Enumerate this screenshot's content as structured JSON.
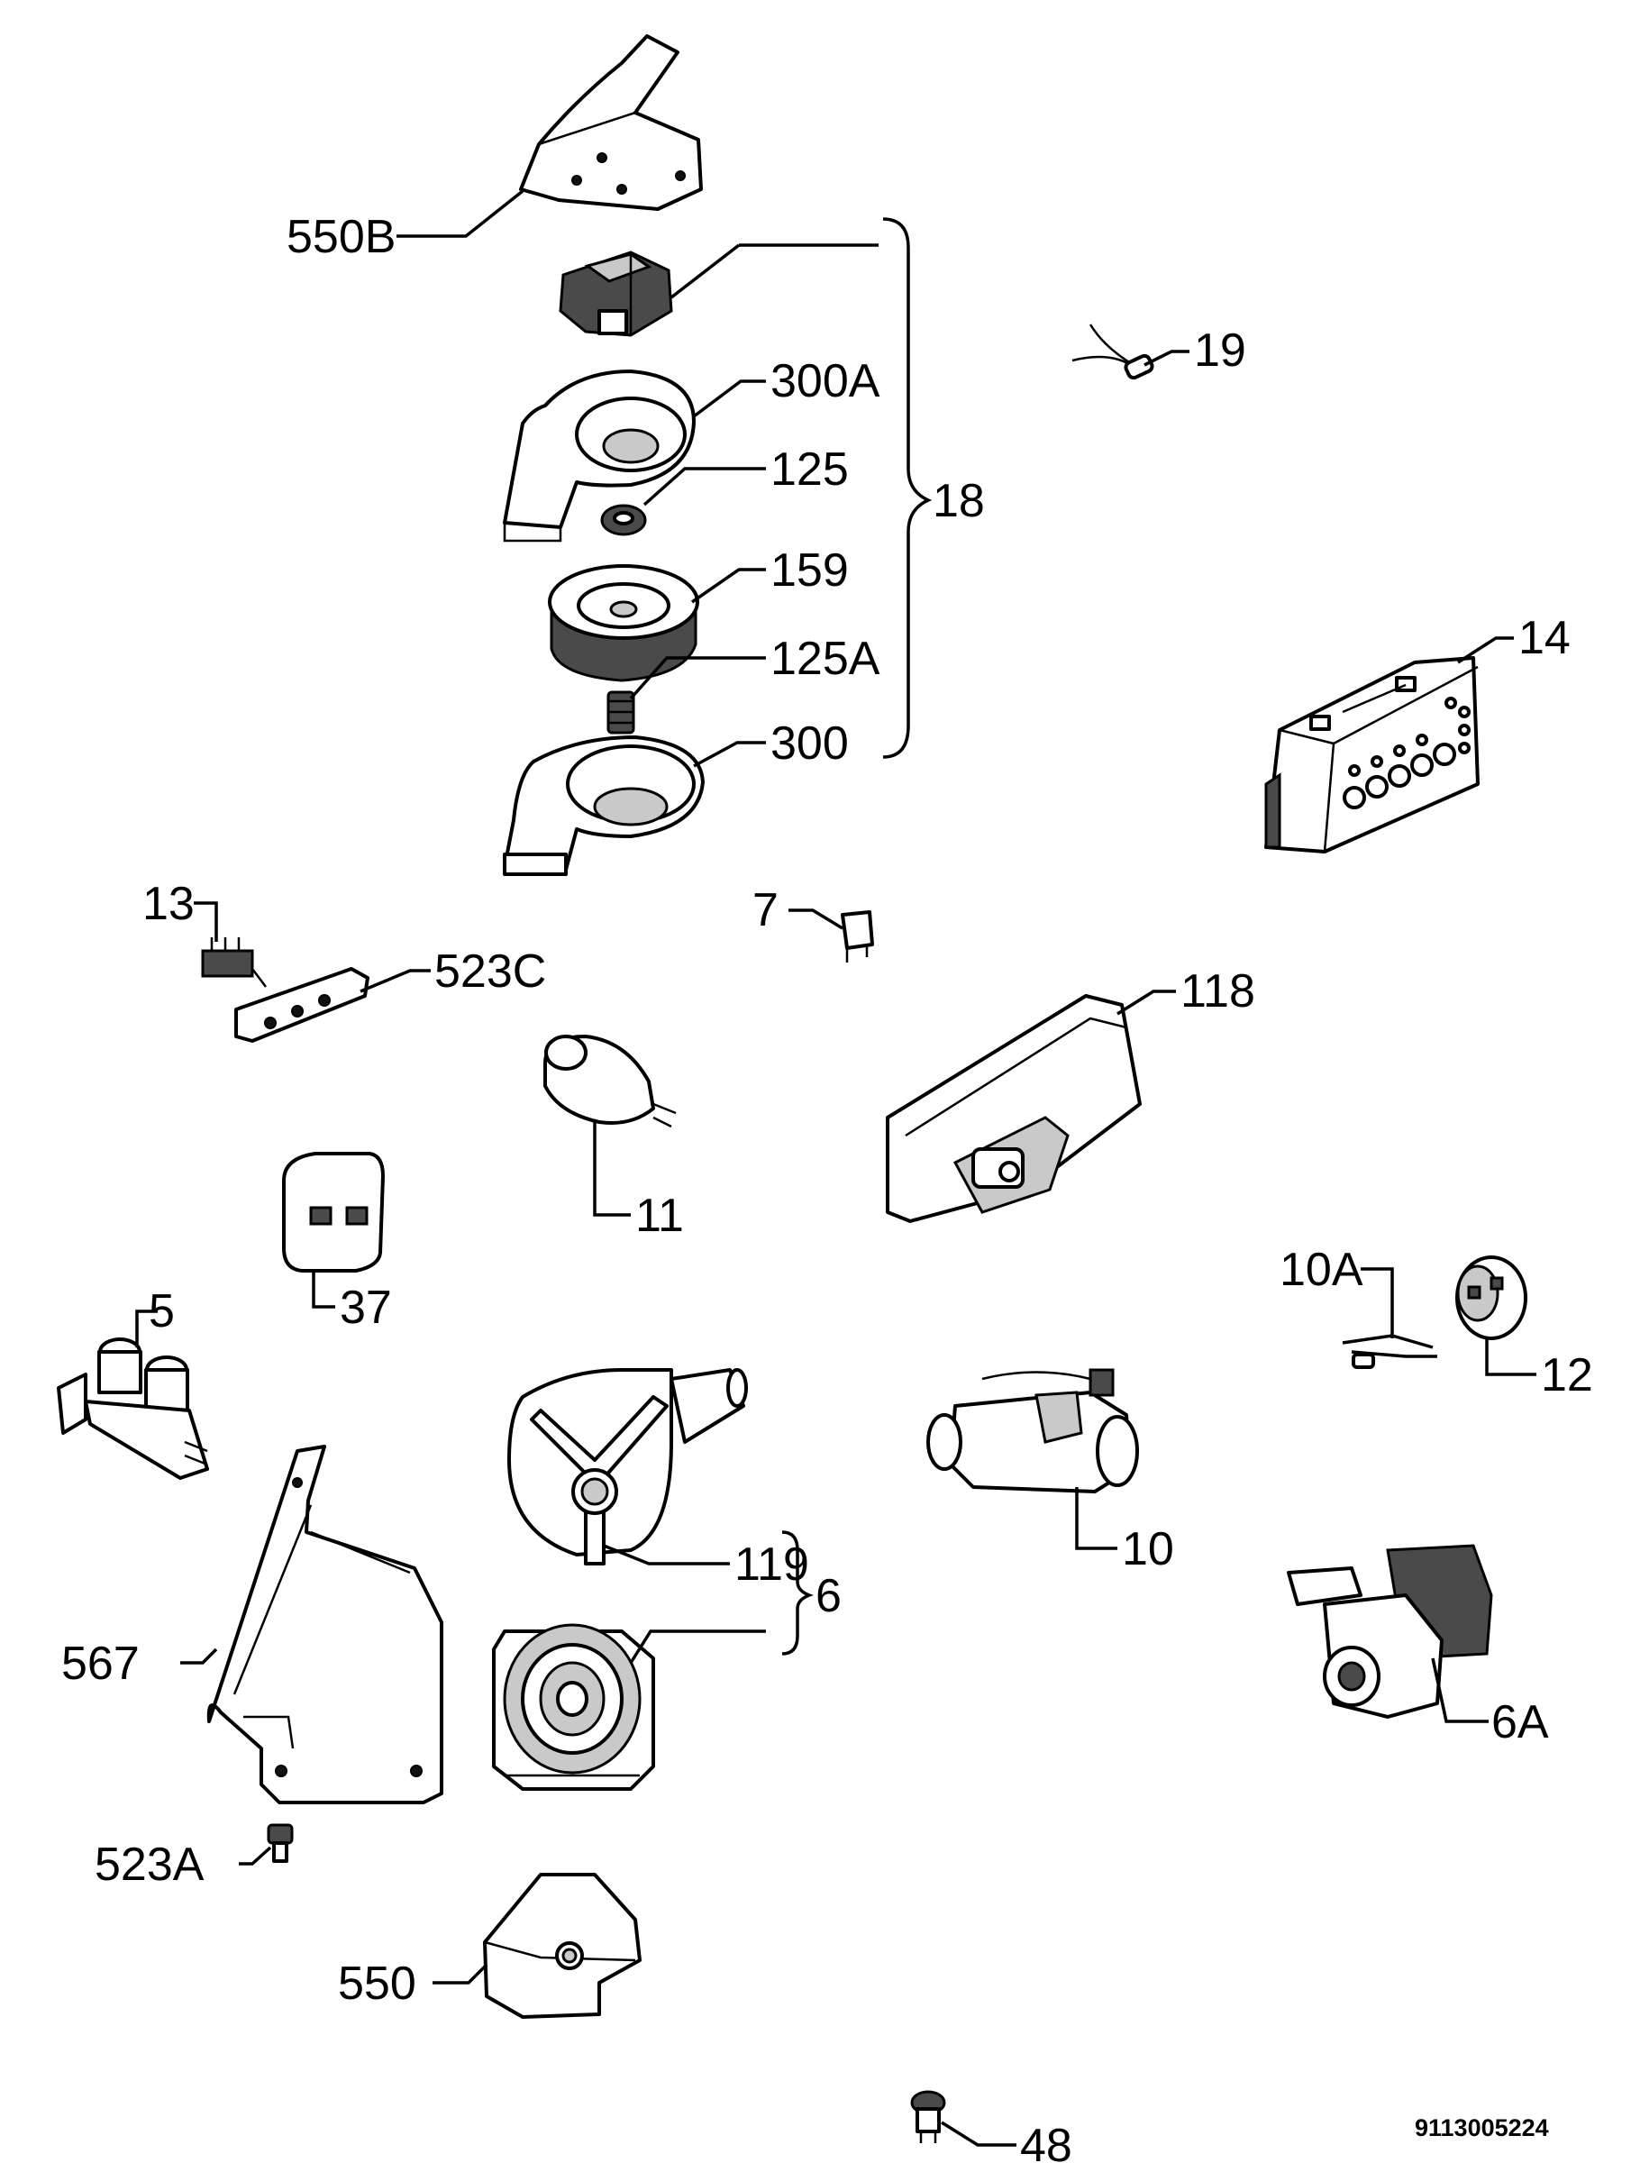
{
  "diagram": {
    "labels": {
      "l550b": {
        "main": "550",
        "sub": "B"
      },
      "l300a": {
        "main": "300",
        "sub": "A"
      },
      "l125": {
        "main": "125"
      },
      "l159": {
        "main": "159"
      },
      "l125a": {
        "main": "125",
        "sub": "A"
      },
      "l300": {
        "main": "300"
      },
      "l18": {
        "main": "18"
      },
      "l19": {
        "main": "19"
      },
      "l14": {
        "main": "14"
      },
      "l13": {
        "main": "13"
      },
      "l523c": {
        "main": "523",
        "sub": "C"
      },
      "l7": {
        "main": "7"
      },
      "l118": {
        "main": "118"
      },
      "l11": {
        "main": "11"
      },
      "l37": {
        "main": "37"
      },
      "l10a": {
        "main": "10",
        "sub": "A"
      },
      "l12": {
        "main": "12"
      },
      "l5": {
        "main": "5"
      },
      "l10": {
        "main": "10"
      },
      "l119": {
        "main": "119"
      },
      "l6": {
        "main": "6"
      },
      "l6a": {
        "main": "6",
        "sub": "A"
      },
      "l567": {
        "main": "567"
      },
      "l523a": {
        "main": "523",
        "sub": "A"
      },
      "l550": {
        "main": "550"
      },
      "l48": {
        "main": "48"
      }
    },
    "document_number": "9113005224"
  }
}
